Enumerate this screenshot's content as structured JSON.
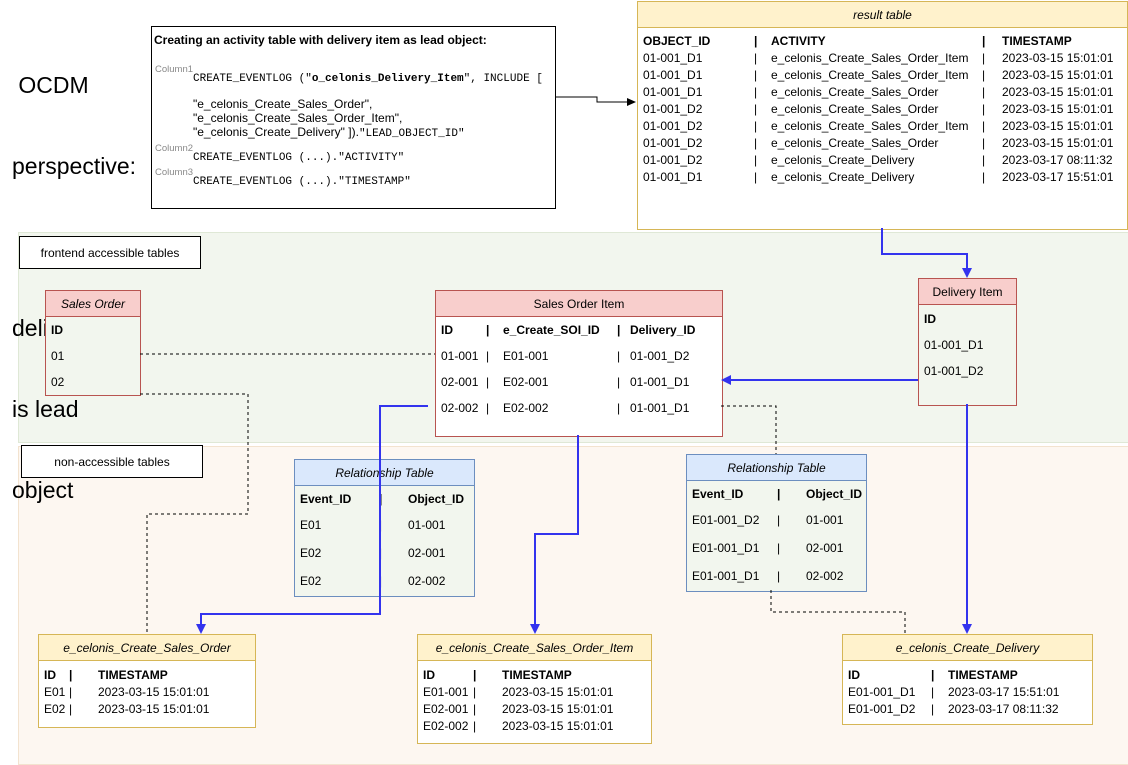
{
  "heading": {
    "line1": " OCDM",
    "line2": "perspective:",
    "line3": "delivery item",
    "line4": "is lead",
    "line5": "object"
  },
  "code": {
    "title": "Creating an activity table with delivery item as lead object:",
    "col1_label": "Column1",
    "col2_label": "Column2",
    "col3_label": "Column3",
    "line1_a": "CREATE_EVENTLOG (\"",
    "line1_b": "o_celonis_Delivery_Item",
    "line1_c": "\", INCLUDE [",
    "line2": "\"e_celonis_Create_Sales_Order\",",
    "line3": "\"e_celonis_Create_Sales_Order_Item\",",
    "line4a": "\"e_celonis_Create_Delivery\" ]).",
    "line4b": "\"LEAD_OBJECT_ID\"",
    "line5": "CREATE_EVENTLOG (...).\"ACTIVITY\"",
    "line6": "CREATE_EVENTLOG (...).\"TIMESTAMP\""
  },
  "result": {
    "title": "result table",
    "headers": [
      "OBJECT_ID",
      "|",
      "ACTIVITY",
      "|",
      "TIMESTAMP"
    ],
    "rows": [
      [
        "01-001_D1",
        "|",
        "e_celonis_Create_Sales_Order_Item",
        "|",
        "2023-03-15 15:01:01"
      ],
      [
        "01-001_D1",
        "|",
        "e_celonis_Create_Sales_Order_Item",
        "|",
        "2023-03-15 15:01:01"
      ],
      [
        "01-001_D1",
        "|",
        "e_celonis_Create_Sales_Order",
        "|",
        "2023-03-15 15:01:01"
      ],
      [
        "01-001_D2",
        "|",
        "e_celonis_Create_Sales_Order",
        "|",
        "2023-03-15 15:01:01"
      ],
      [
        "01-001_D2",
        "|",
        "e_celonis_Create_Sales_Order_Item",
        "|",
        "2023-03-15 15:01:01"
      ],
      [
        "01-001_D2",
        "|",
        "e_celonis_Create_Sales_Order",
        "|",
        "2023-03-15 15:01:01"
      ],
      [
        "01-001_D2",
        "|",
        "e_celonis_Create_Delivery",
        "|",
        "2023-03-17 08:11:32"
      ],
      [
        "01-001_D1",
        "|",
        "e_celonis_Create_Delivery",
        "|",
        "2023-03-17 15:51:01"
      ]
    ]
  },
  "regions": {
    "frontend": "frontend accessible tables",
    "nonaccessible": "non-accessible tables"
  },
  "sales_order": {
    "title": "Sales Order",
    "header": "ID",
    "rows": [
      "01",
      "02"
    ]
  },
  "sales_order_item": {
    "title": "Sales Order Item",
    "headers": [
      "ID",
      "|",
      "e_Create_SOI_ID",
      "|",
      "Delivery_ID"
    ],
    "rows": [
      [
        "01-001",
        "|",
        "E01-001",
        "|",
        "01-001_D2"
      ],
      [
        "02-001",
        "|",
        "E02-001",
        "|",
        "01-001_D1"
      ],
      [
        "02-002",
        "|",
        "E02-002",
        "|",
        "01-001_D1"
      ]
    ]
  },
  "delivery_item": {
    "title": "Delivery Item",
    "header": "ID",
    "rows": [
      "01-001_D1",
      "01-001_D2"
    ]
  },
  "rel1": {
    "title": "Relationship Table",
    "headers": [
      "Event_ID",
      "|",
      "Object_ID"
    ],
    "rows": [
      [
        "E01",
        "|",
        "01-001"
      ],
      [
        "E02",
        "|",
        "02-001"
      ],
      [
        "E02",
        "|",
        "02-002"
      ]
    ]
  },
  "rel2": {
    "title": "Relationship Table",
    "headers": [
      "Event_ID",
      "|",
      "Object_ID"
    ],
    "rows": [
      [
        "E01-001_D2",
        "|",
        "01-001"
      ],
      [
        "E01-001_D1",
        "|",
        "02-001"
      ],
      [
        "E01-001_D1",
        "|",
        "02-002"
      ]
    ]
  },
  "ev_so": {
    "title": "e_celonis_Create_Sales_Order",
    "headers": [
      "ID",
      "|",
      "TIMESTAMP"
    ],
    "rows": [
      [
        "E01",
        "|",
        "2023-03-15 15:01:01"
      ],
      [
        "E02",
        "|",
        "2023-03-15 15:01:01"
      ]
    ]
  },
  "ev_soi": {
    "title": "e_celonis_Create_Sales_Order_Item",
    "headers": [
      "ID",
      "|",
      "TIMESTAMP"
    ],
    "rows": [
      [
        "E01-001",
        "|",
        "2023-03-15 15:01:01"
      ],
      [
        "E02-001",
        "|",
        "2023-03-15 15:01:01"
      ],
      [
        "E02-002",
        "|",
        "2023-03-15 15:01:01"
      ]
    ]
  },
  "ev_del": {
    "title": "e_celonis_Create_Delivery",
    "headers": [
      "ID",
      "|",
      "TIMESTAMP"
    ],
    "rows": [
      [
        "E01-001_D1",
        "|",
        "2023-03-17 15:51:01"
      ],
      [
        "E01-001_D2",
        "|",
        "2023-03-17 08:11:32"
      ]
    ]
  },
  "colors": {
    "arrow": "#3333ee",
    "red_border": "#b85450",
    "red_fill": "#f8cecc",
    "blue_border": "#6c8ebf",
    "blue_fill": "#dae8fc",
    "yellow_border": "#d6b656",
    "yellow_fill": "#fff2cc"
  }
}
